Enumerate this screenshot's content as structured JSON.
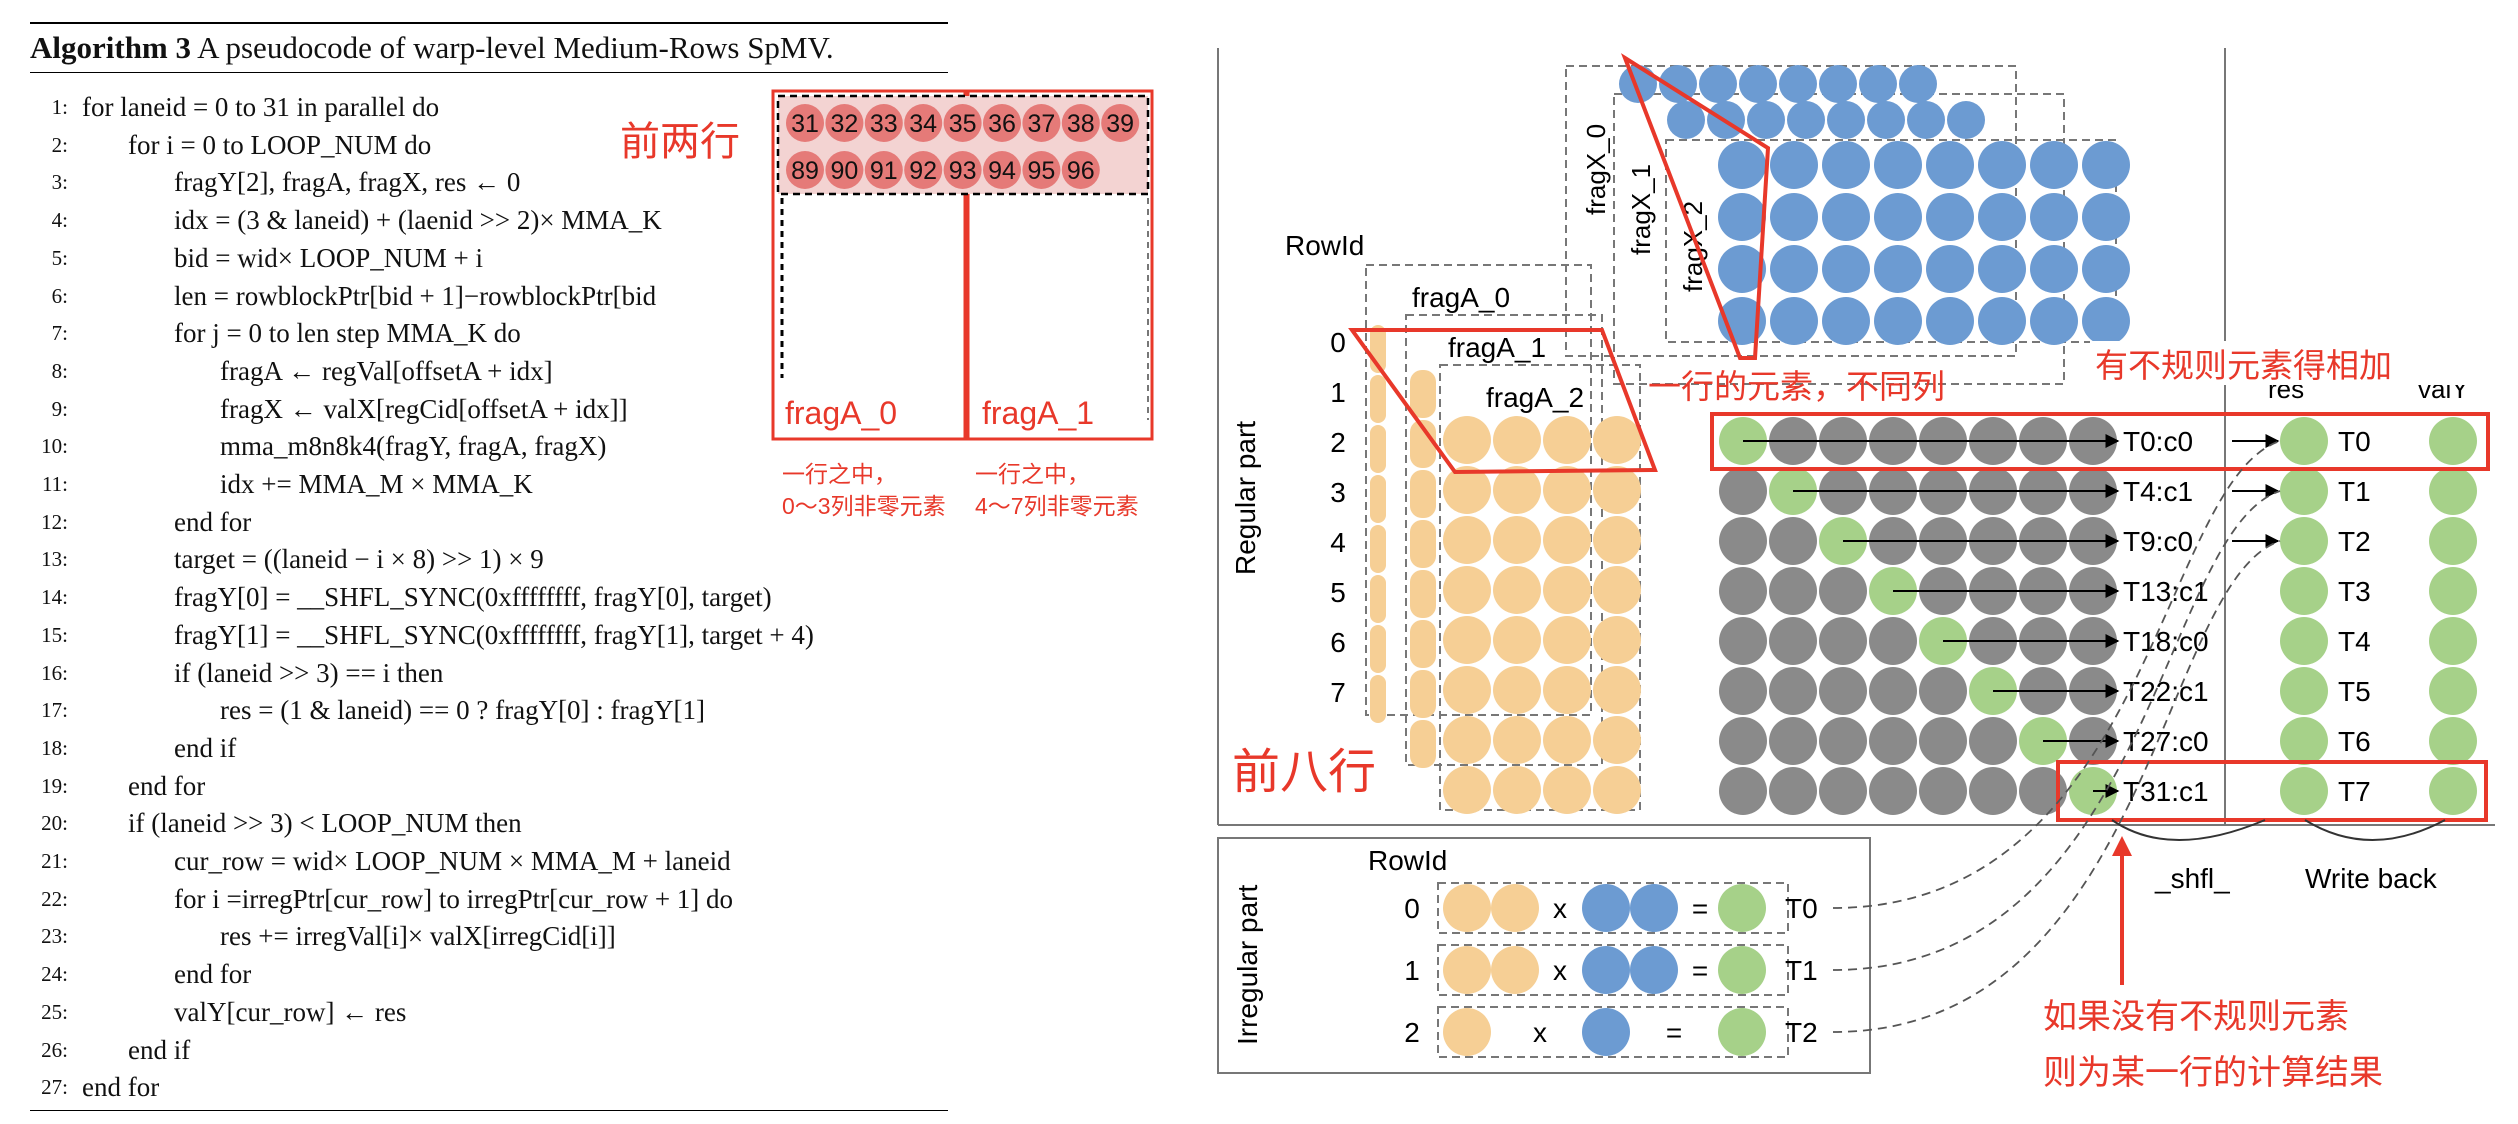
{
  "algorithm": {
    "title_bold": "Algorithm 3",
    "title_rest": "A pseudocode of warp-level Medium-Rows SpMV.",
    "lines": [
      {
        "no": "1:",
        "indent": 0,
        "text": "for laneid = 0 to 31 in parallel do"
      },
      {
        "no": "2:",
        "indent": 1,
        "text": "for i = 0 to LOOP_NUM do"
      },
      {
        "no": "3:",
        "indent": 2,
        "text": "fragY[2], fragA, fragX, res ← 0"
      },
      {
        "no": "4:",
        "indent": 2,
        "text": "idx = (3 & laneid) + (laenid >> 2)× MMA_K"
      },
      {
        "no": "5:",
        "indent": 2,
        "text": "bid = wid× LOOP_NUM + i"
      },
      {
        "no": "6:",
        "indent": 2,
        "text": "len = rowblockPtr[bid + 1]−rowblockPtr[bid"
      },
      {
        "no": "7:",
        "indent": 2,
        "text": "for j = 0 to len step MMA_K do"
      },
      {
        "no": "8:",
        "indent": 3,
        "text": "fragA ← regVal[offsetA + idx]"
      },
      {
        "no": "9:",
        "indent": 3,
        "text": "fragX ← valX[regCid[offsetA + idx]]"
      },
      {
        "no": "10:",
        "indent": 3,
        "text": "mma_m8n8k4(fragY, fragA, fragX)"
      },
      {
        "no": "11:",
        "indent": 3,
        "text": "idx += MMA_M × MMA_K"
      },
      {
        "no": "12:",
        "indent": 2,
        "text": "end for"
      },
      {
        "no": "13:",
        "indent": 2,
        "text": "target = ((laneid − i × 8) >> 1) × 9"
      },
      {
        "no": "14:",
        "indent": 2,
        "text": "fragY[0] = __SHFL_SYNC(0xffffffff, fragY[0], target)"
      },
      {
        "no": "15:",
        "indent": 2,
        "text": "fragY[1] = __SHFL_SYNC(0xffffffff, fragY[1], target + 4)"
      },
      {
        "no": "16:",
        "indent": 2,
        "text": "if (laneid >> 3) == i then"
      },
      {
        "no": "17:",
        "indent": 3,
        "text": "res = (1 & laneid) == 0 ? fragY[0] : fragY[1]"
      },
      {
        "no": "18:",
        "indent": 2,
        "text": "end if"
      },
      {
        "no": "19:",
        "indent": 1,
        "text": "end for"
      },
      {
        "no": "20:",
        "indent": 1,
        "text": "if (laneid >> 3) < LOOP_NUM then"
      },
      {
        "no": "21:",
        "indent": 2,
        "text": "cur_row = wid× LOOP_NUM × MMA_M + laneid"
      },
      {
        "no": "22:",
        "indent": 2,
        "text": "for i =irregPtr[cur_row] to irregPtr[cur_row + 1] do"
      },
      {
        "no": "23:",
        "indent": 3,
        "text": "res += irregVal[i]× valX[irregCid[i]]"
      },
      {
        "no": "24:",
        "indent": 2,
        "text": "end for"
      },
      {
        "no": "25:",
        "indent": 2,
        "text": "valY[cur_row] ← res"
      },
      {
        "no": "26:",
        "indent": 1,
        "text": "end if"
      },
      {
        "no": "27:",
        "indent": 0,
        "text": "end for"
      }
    ]
  },
  "annotation_left": {
    "top_rows_label": "前两行",
    "row1_numbers": [
      "31",
      "32",
      "33",
      "34",
      "35",
      "36",
      "37",
      "38",
      "39"
    ],
    "row2_numbers": [
      "89",
      "90",
      "91",
      "92",
      "93",
      "94",
      "95",
      "96"
    ],
    "box_a0": "fragA_0",
    "box_a1": "fragA_1",
    "note_a0_line1": "一行之中，",
    "note_a0_line2": "0～3列非零元素",
    "note_a1_line1": "一行之中，",
    "note_a1_line2": "4～7列非零元素"
  },
  "diagram": {
    "rowid_label": "RowId",
    "frag_a_labels": [
      "fragA_0",
      "fragA_1",
      "fragA_2"
    ],
    "frag_x_labels": [
      "fragX_0",
      "fragX_1",
      "fragX_2"
    ],
    "row_ids": [
      "0",
      "1",
      "2",
      "3",
      "4",
      "5",
      "6",
      "7"
    ],
    "regular_part_label": "Regular part",
    "irregular_part_label": "Irregular part",
    "first_eight_rows_label": "前八行",
    "different_cols_label": "一行的元素，不同列",
    "irregular_add_label": "有不规则元素得相加",
    "col_header_res": "res",
    "col_header_valy": "valY",
    "thread_cells": [
      "T0:c0",
      "T4:c1",
      "T9:c0",
      "T13:c1",
      "T18:c0",
      "T22:c1",
      "T27:c0",
      "T31:c1"
    ],
    "res_threads": [
      "T0",
      "T1",
      "T2",
      "T3",
      "T4",
      "T5",
      "T6",
      "T7"
    ],
    "shfl_label": "_shfl_",
    "write_back_label": "Write back",
    "irregular_rowid_label": "RowId",
    "irregular_rows": [
      {
        "id": "0",
        "times": "x",
        "equals": "=",
        "thread": "T0"
      },
      {
        "id": "1",
        "times": "x",
        "equals": "=",
        "thread": "T1"
      },
      {
        "id": "2",
        "times": "x",
        "equals": "=",
        "thread": "T2"
      }
    ],
    "no_irregular_line1": "如果没有不规则元素",
    "no_irregular_line2": "则为某一行的计算结果"
  },
  "colors": {
    "red": "#e8382a",
    "pink": "#e57a78",
    "orange": "#f6cf95",
    "blue": "#6c9bd2",
    "gray": "#8a8a8a",
    "green": "#a6d189"
  }
}
